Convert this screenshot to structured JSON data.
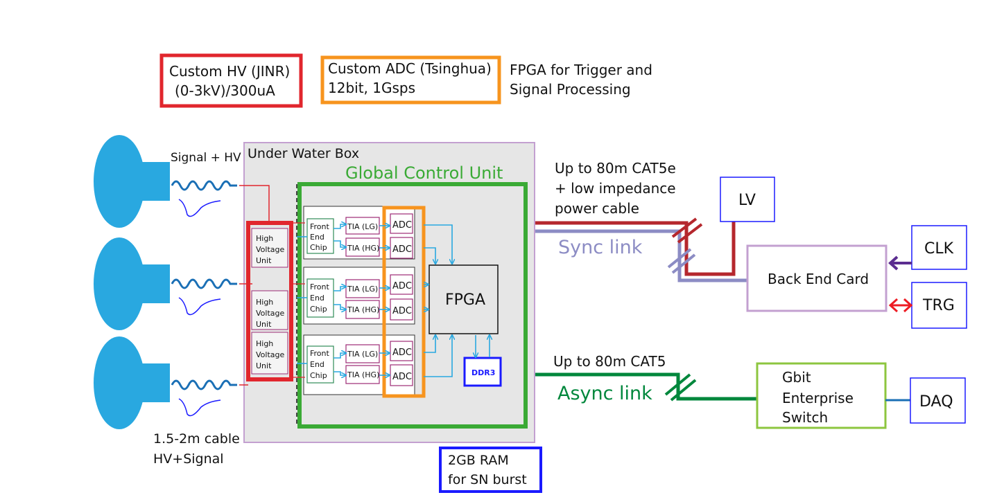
{
  "legend": {
    "hv": [
      "Custom HV (JINR)",
      "(0-3kV)/300uA"
    ],
    "adc": [
      "Custom ADC (Tsinghua)",
      "12bit, 1Gsps"
    ],
    "fpga": [
      "FPGA for Trigger and",
      "Signal Processing"
    ]
  },
  "labels": {
    "signal_hv": "Signal + HV",
    "cable": [
      "1.5-2m cable",
      "HV+Signal"
    ],
    "underwater_box": "Under Water Box",
    "gcu": "Global Control Unit",
    "hvu": [
      "High",
      "Voltage",
      "Unit"
    ],
    "fec": [
      "Front",
      "End",
      "Chip"
    ],
    "tia_lg": "TIA (LG)",
    "tia_hg": "TIA (HG)",
    "adc": "ADC",
    "fpga": "FPGA",
    "ddr3": "DDR3",
    "ram": [
      "2GB RAM",
      "for SN burst"
    ],
    "cat5e": [
      "Up to 80m CAT5e",
      "+ low impedance",
      "power cable"
    ],
    "sync_link": "Sync link",
    "cat5": "Up to 80m CAT5",
    "async_link": "Async link",
    "lv": "LV",
    "back_end_card": "Back End Card",
    "clk": "CLK",
    "trg": "TRG",
    "switch": [
      "Gbit",
      "Enterprise",
      "Switch"
    ],
    "daq": "DAQ"
  },
  "colors": {
    "hv_red": "#e1262d",
    "adc_orange": "#f7941e",
    "gcu_green": "#3aaa35",
    "link_green": "#00873c",
    "ram_blue": "#1a1aff",
    "pmt_blue": "#29a8e0",
    "wave_blue": "#1a6fb5",
    "box_purple": "#c3a0d0",
    "sync_purple": "#8c8cc4",
    "lv_red": "#b5272d",
    "tia_purple": "#9c2a74",
    "fec_green": "#2e8b57",
    "switch_green": "#8dc63f",
    "clk_purple": "#5b2d90"
  },
  "icons": {
    "pmt": "photomultiplier-tube-icon",
    "wave": "cable-signal-wave-icon",
    "pulse": "pulse-icon",
    "break": "cable-break-icon"
  }
}
